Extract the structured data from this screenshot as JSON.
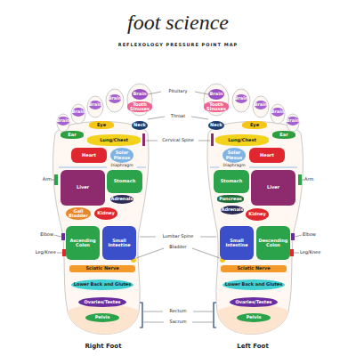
{
  "diagram": {
    "title": "foot science",
    "nodes": [
      {
        "text": [
          "Brain"
        ]
      },
      {
        "text": [
          "Tooth Sinuses"
        ]
      },
      {
        "text": [
          "Brain"
        ]
      },
      {
        "text": [
          "Brain"
        ]
      },
      {
        "text": [
          "Brain"
        ]
      },
      {
        "text": [
          "Brain"
        ]
      },
      {
        "text": [
          "Eye"
        ]
      },
      {
        "text": [
          "Ear"
        ]
      },
      {
        "text": [
          "Neck"
        ]
      },
      {
        "text": [
          "Lung/Chest"
        ]
      },
      {
        "text": [
          "Heart"
        ]
      },
      {
        "text": [
          "Solar Plexus"
        ]
      },
      {
        "text": [
          "Liver"
        ]
      },
      {
        "text": [
          "Stomach"
        ]
      },
      {
        "text": [
          "Adrenals"
        ]
      },
      {
        "text": [
          "Gall Bladder"
        ]
      },
      {
        "text": [
          "Kidney"
        ]
      },
      {
        "text": [
          "Ascending Colon"
        ]
      },
      {
        "text": [
          "Small Intestine"
        ]
      },
      {
        "text": [
          "Sciatic Nerve"
        ]
      },
      {
        "text": [
          "Lower Back and Glutes"
        ]
      },
      {
        "text": [
          "Ovaries/Testes"
        ]
      },
      {
        "text": [
          "Pelvis"
        ]
      },
      {
        "text": [
          "Brain"
        ]
      },
      {
        "text": [
          "Tooth Sinuses"
        ]
      },
      {
        "text": [
          "Brain"
        ]
      },
      {
        "text": [
          "Brain"
        ]
      },
      {
        "text": [
          "Brain"
        ]
      },
      {
        "text": [
          "Brain"
        ]
      },
      {
        "text": [
          "Eye"
        ]
      },
      {
        "text": [
          "Ear"
        ]
      },
      {
        "text": [
          "Neck"
        ]
      },
      {
        "text": [
          "Lung/Chest"
        ]
      },
      {
        "text": [
          "Heart"
        ]
      },
      {
        "text": [
          "Solar Plexus"
        ]
      },
      {
        "text": [
          "Stomach"
        ]
      },
      {
        "text": [
          "Liver"
        ]
      },
      {
        "text": [
          "Pancreas"
        ]
      },
      {
        "text": [
          "Adrenals"
        ]
      },
      {
        "text": [
          "Kidney"
        ]
      },
      {
        "text": [
          "Small Intestine"
        ]
      },
      {
        "text": [
          "Descending Colon"
        ]
      },
      {
        "text": [
          "Sciatic Nerve"
        ]
      },
      {
        "text": [
          "Lower Back and Glutes"
        ]
      },
      {
        "text": [
          "Ovaries/Testes"
        ]
      },
      {
        "text": [
          "Pelvis"
        ]
      }
    ],
    "labels": [
      "REFLEXOLOGY PRESSURE POINT MAP",
      "Pituitary",
      "Throat",
      "Cervical Spine",
      "Diaphragm",
      "Diaphragm",
      "Arm",
      "Arm",
      "Elbow",
      "Elbow",
      "Leg/Knee",
      "Leg/Knee",
      "Lumbar Spine",
      "Bladder",
      "Rectum",
      "Sacrum",
      "Right Foot",
      "Left Foot"
    ]
  }
}
